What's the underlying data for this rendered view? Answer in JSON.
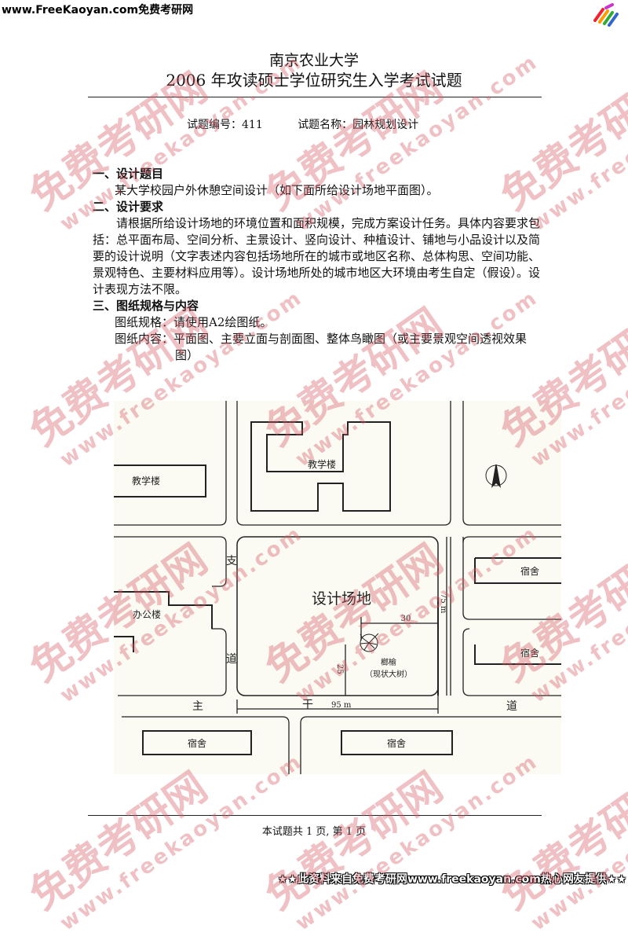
{
  "header": {
    "site_link": "www.FreeKaoyan.com免费考研网"
  },
  "exam": {
    "university": "南京农业大学",
    "title": "2006 年攻读硕士学位研究生入学考试试题",
    "code_label": "试题编号：411",
    "name_label": "试题名称：园林规划设计"
  },
  "sections": [
    {
      "heading": "一、设计题目",
      "lines": [
        "某大学校园户外休憩空间设计（如下面所给设计场地平面图）。"
      ]
    },
    {
      "heading": "二、设计要求",
      "lines": [
        "请根据所给设计场地的环境位置和面积规模，完成方案设计任务。具体内容要求包括：总平面布局、空间分析、主景设计、竖向设计、种植设计、铺地与小品设计以及简要的设计说明（文字表述内容包括场地所在的城市或地区名称、总体构思、空间功能、景观特色、主要材料应用等）。设计场地所处的城市地区大环境由考生自定（假设）。设计表现方法不限。"
      ]
    },
    {
      "heading": "三、图纸规格与内容",
      "lines": [
        "图纸规格：请使用A2绘图纸。",
        "图纸内容：平面图、主要立面与剖面图、整体鸟瞰图（或主要景观空间透视效果图）"
      ]
    }
  ],
  "map": {
    "teaching_building_top": "教学楼",
    "teaching_building_left": "教学楼",
    "office_building": "办公楼",
    "site": "设计场地",
    "branch_road_1": "支",
    "branch_road_2": "道",
    "main_road_1": "主",
    "main_road_2": "干",
    "main_road_3": "道",
    "dorm_right_top": "宿舍",
    "dorm_right_mid": "宿舍",
    "dorm_bottom_left": "宿舍",
    "dorm_bottom_right": "宿舍",
    "tree_name": "榔榆",
    "tree_note": "（现状大树）",
    "dim_30": "30",
    "dim_25": "25",
    "dim_75": "75 m",
    "dim_95": "95 m"
  },
  "footer": {
    "page": "本试题共 1 页, 第 1 页"
  },
  "banner": "★★此资料来自免费考研网www.freekaoyan.com热心网友提供★★",
  "watermark": {
    "big": "免费考研网",
    "small": "www.freekaoyan.com"
  }
}
